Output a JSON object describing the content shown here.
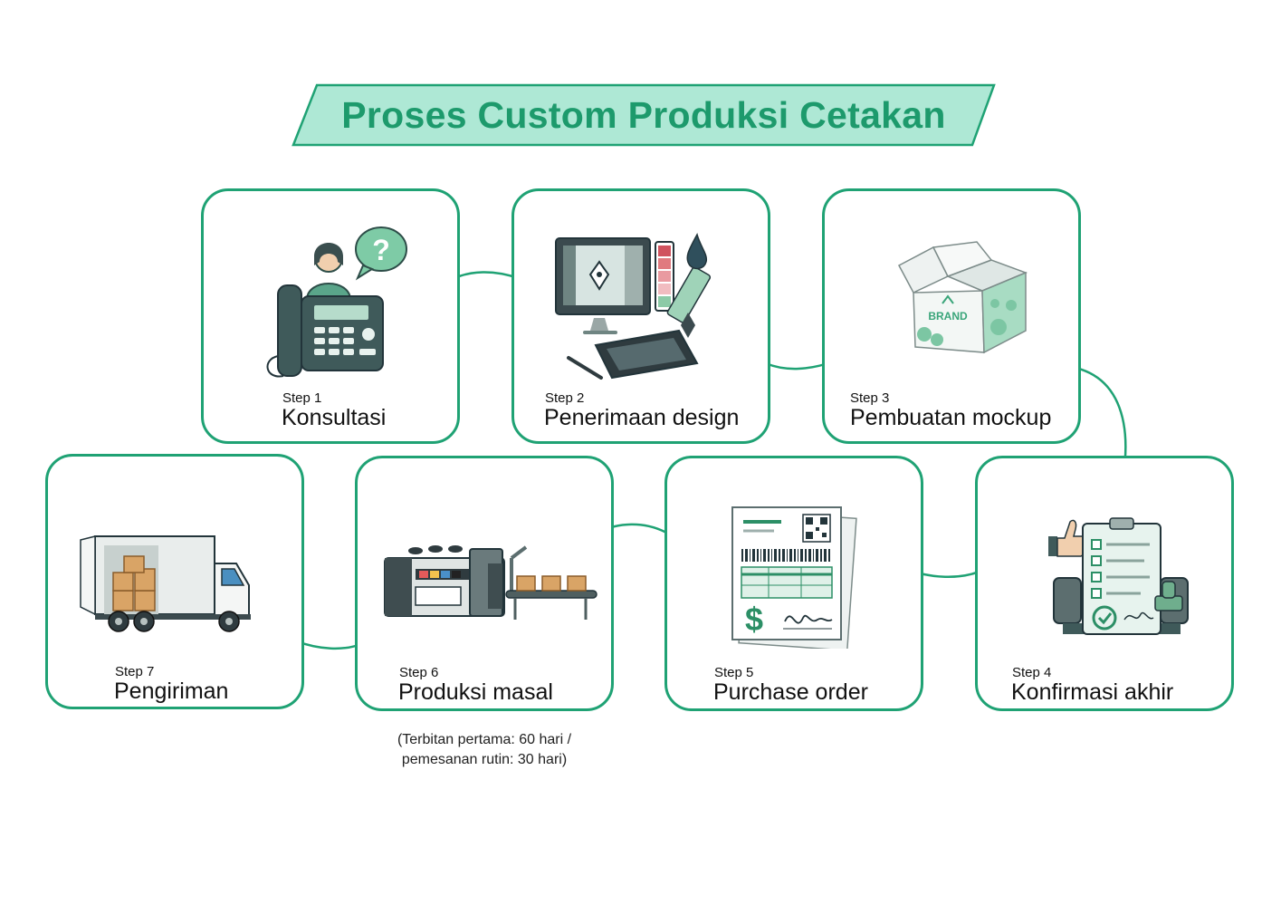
{
  "title": "Proses Custom Produksi Cetakan",
  "colors": {
    "accent": "#1fa274",
    "banner_fill": "#aee8d5",
    "title_text": "#1d9a6c"
  },
  "steps": [
    {
      "step": "Step 1",
      "title": "Konsultasi",
      "icon": "call-center-phone-icon"
    },
    {
      "step": "Step 2",
      "title": "Penerimaan design",
      "icon": "design-workstation-icon"
    },
    {
      "step": "Step 3",
      "title": "Pembuatan mockup",
      "icon": "box-mockup-icon",
      "box_label": "BRAND"
    },
    {
      "step": "Step 4",
      "title": "Konfirmasi akhir",
      "icon": "approval-checklist-icon"
    },
    {
      "step": "Step 5",
      "title": "Purchase order",
      "icon": "invoice-document-icon"
    },
    {
      "step": "Step 6",
      "title": "Produksi masal",
      "icon": "printing-machine-icon",
      "note_line1": "(Terbitan pertama: 60 hari /",
      "note_line2": "pemesanan rutin: 30 hari)"
    },
    {
      "step": "Step 7",
      "title": "Pengiriman",
      "icon": "delivery-truck-icon"
    }
  ]
}
